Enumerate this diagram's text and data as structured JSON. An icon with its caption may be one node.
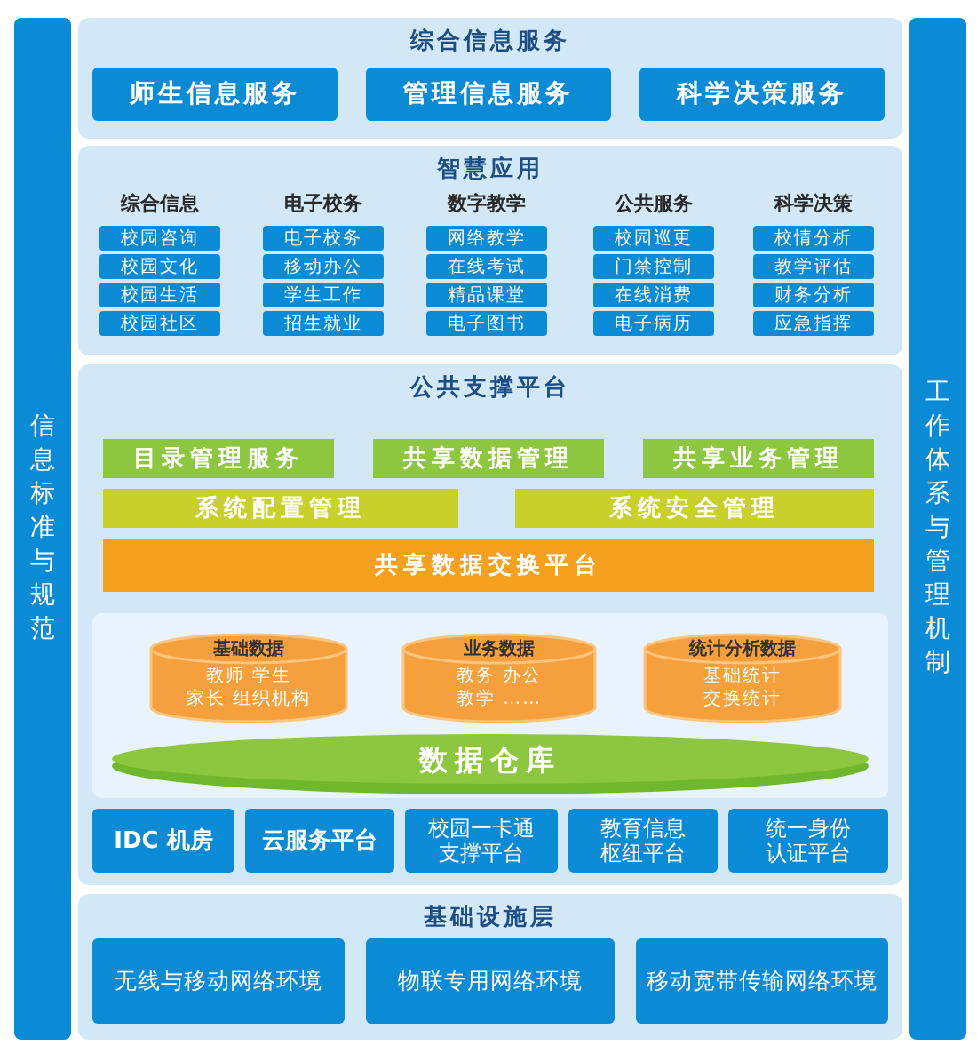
{
  "diagram": {
    "nodes": [
      {
        "text": [
          "信息标准与规范"
        ]
      },
      {
        "text": [
          "工作体系与管理机制"
        ]
      },
      {
        "text": [
          "综合信息服务"
        ]
      },
      {
        "text": [
          "师生信息服务"
        ],
        "in": 2
      },
      {
        "text": [
          "管理信息服务"
        ],
        "in": 2
      },
      {
        "text": [
          "科学决策服务"
        ],
        "in": 2
      },
      {
        "text": [
          "智慧应用"
        ]
      },
      {
        "text": [
          "校园咨询"
        ],
        "in": 6
      },
      {
        "text": [
          "校园文化"
        ],
        "in": 6
      },
      {
        "text": [
          "校园生活"
        ],
        "in": 6
      },
      {
        "text": [
          "校园社区"
        ],
        "in": 6
      },
      {
        "text": [
          "电子校务"
        ],
        "in": 6
      },
      {
        "text": [
          "移动办公"
        ],
        "in": 6
      },
      {
        "text": [
          "学生工作"
        ],
        "in": 6
      },
      {
        "text": [
          "招生就业"
        ],
        "in": 6
      },
      {
        "text": [
          "网络教学"
        ],
        "in": 6
      },
      {
        "text": [
          "在线考试"
        ],
        "in": 6
      },
      {
        "text": [
          "精品课堂"
        ],
        "in": 6
      },
      {
        "text": [
          "电子图书"
        ],
        "in": 6
      },
      {
        "text": [
          "校园巡更"
        ],
        "in": 6
      },
      {
        "text": [
          "门禁控制"
        ],
        "in": 6
      },
      {
        "text": [
          "在线消费"
        ],
        "in": 6
      },
      {
        "text": [
          "电子病历"
        ],
        "in": 6
      },
      {
        "text": [
          "校情分析"
        ],
        "in": 6
      },
      {
        "text": [
          "教学评估"
        ],
        "in": 6
      },
      {
        "text": [
          "财务分析"
        ],
        "in": 6
      },
      {
        "text": [
          "应急指挥"
        ],
        "in": 6
      },
      {
        "text": [
          "公共支撑平台"
        ]
      },
      {
        "text": [
          "目录管理服务"
        ],
        "in": 27
      },
      {
        "text": [
          "共享数据管理"
        ],
        "in": 27
      },
      {
        "text": [
          "共享业务管理"
        ],
        "in": 27
      },
      {
        "text": [
          "系统配置管理"
        ],
        "in": 27
      },
      {
        "text": [
          "系统安全管理"
        ],
        "in": 27
      },
      {
        "text": [
          "共享数据交换平台"
        ],
        "in": 27
      },
      {
        "text": [
          "基础数据",
          "教师 学生",
          "家长 组织机构"
        ],
        "in": 27
      },
      {
        "text": [
          "业务数据",
          "教务 办公",
          "教学 ……"
        ],
        "in": 27
      },
      {
        "text": [
          "统计分析数据",
          "基础统计",
          "交换统计"
        ],
        "in": 27
      },
      {
        "text": [
          "数据仓库"
        ],
        "in": 27
      },
      {
        "text": [
          "IDC 机房"
        ],
        "in": 27
      },
      {
        "text": [
          "云服务平台"
        ],
        "in": 27
      },
      {
        "text": [
          "校园一卡通支撑平台"
        ],
        "in": 27
      },
      {
        "text": [
          "教育信息枢纽平台"
        ],
        "in": 27
      },
      {
        "text": [
          "统一身份认证平台"
        ],
        "in": 27
      },
      {
        "text": [
          "基础设施层"
        ]
      },
      {
        "text": [
          "无线与移动网络环境"
        ],
        "in": 43
      },
      {
        "text": [
          "物联专用网络环境"
        ],
        "in": 43
      },
      {
        "text": [
          "移动宽带传输网络环境"
        ],
        "in": 43
      }
    ],
    "edges": [],
    "labels": [
      "综合信息",
      "电子校务",
      "数字教学",
      "公共服务",
      "科学决策"
    ]
  }
}
